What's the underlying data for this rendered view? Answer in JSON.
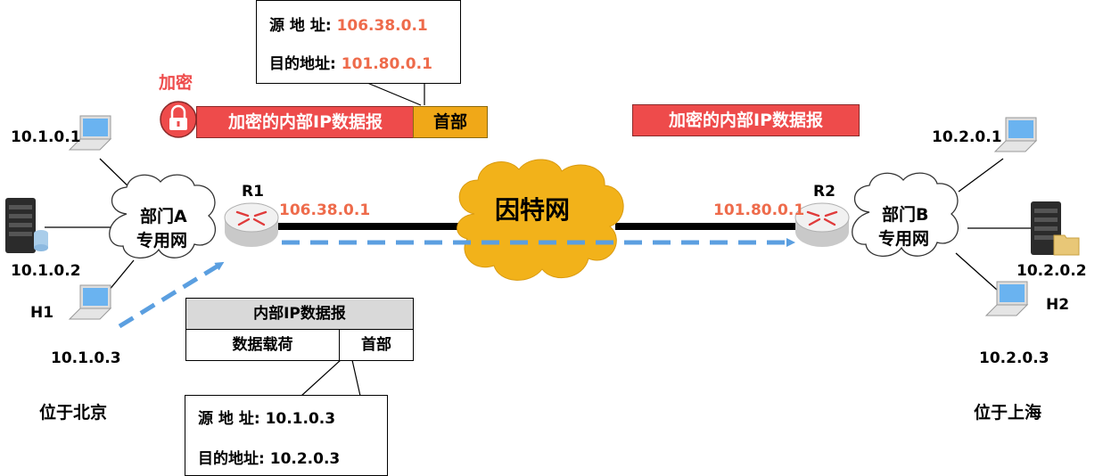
{
  "top_header_box": {
    "src_label": "源 地 址:",
    "src_value": "106.38.0.1",
    "dst_label": "目的地址:",
    "dst_value": "101.80.0.1"
  },
  "encrypt_label": "加密",
  "encrypted_packet_left": {
    "body": "加密的内部IP数据报",
    "header": "首部"
  },
  "encrypted_packet_right": {
    "body": "加密的内部IP数据报"
  },
  "left_site": {
    "network_label_line1": "部门A",
    "network_label_line2": "专用网",
    "hosts": [
      {
        "ip": "10.1.0.1"
      },
      {
        "ip": "10.1.0.2"
      },
      {
        "name": "H1",
        "ip": "10.1.0.3"
      }
    ],
    "location": "位于北京"
  },
  "right_site": {
    "network_label_line1": "部门B",
    "network_label_line2": "专用网",
    "hosts": [
      {
        "ip": "10.2.0.1"
      },
      {
        "ip": "10.2.0.2"
      },
      {
        "name": "H2",
        "ip": "10.2.0.3"
      }
    ],
    "location": "位于上海"
  },
  "routers": {
    "r1": {
      "name": "R1",
      "ip": "106.38.0.1"
    },
    "r2": {
      "name": "R2",
      "ip": "101.80.0.1"
    }
  },
  "internet_label": "因特网",
  "inner_datagram": {
    "title": "内部IP数据报",
    "payload": "数据载荷",
    "header": "首部"
  },
  "bottom_header_box": {
    "src_label": "源 地 址:",
    "src_value": "10.1.0.3",
    "dst_label": "目的地址:",
    "dst_value": "10.2.0.3"
  },
  "colors": {
    "accent_red": "#ee4b4b",
    "ip_orange": "#ee6b4b",
    "header_yellow": "#f0a818",
    "cloud_yellow": "#f2b21a",
    "arrow_blue": "#5b9fe0"
  }
}
